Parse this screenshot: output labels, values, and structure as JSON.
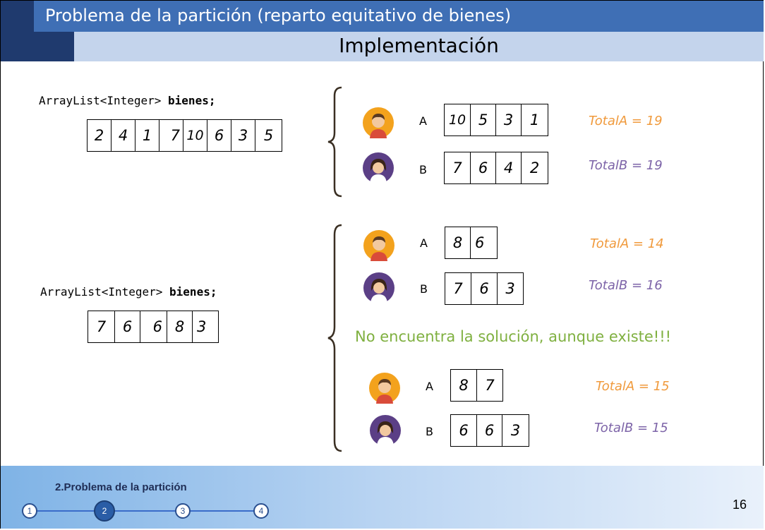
{
  "header": {
    "title": "Problema de la partición (reparto equitativo de bienes)",
    "subtitle": "Implementación"
  },
  "example1": {
    "code_prefix": "ArrayList<Integer> ",
    "code_var": "bienes;",
    "array": [
      "2",
      "4",
      "1",
      "7",
      "10",
      "6",
      "3",
      "5"
    ],
    "personA": {
      "label": "A",
      "items": [
        "10",
        "5",
        "3",
        "1"
      ],
      "total": "TotalA = 19"
    },
    "personB": {
      "label": "B",
      "items": [
        "7",
        "6",
        "4",
        "2"
      ],
      "total": "TotalB = 19"
    }
  },
  "example2": {
    "code_prefix": "ArrayList<Integer> ",
    "code_var": "bienes;",
    "array": [
      "7",
      "6",
      "6",
      "8",
      "3"
    ],
    "attempt": {
      "personA": {
        "label": "A",
        "items": [
          "8",
          "6"
        ],
        "total": "TotalA = 14"
      },
      "personB": {
        "label": "B",
        "items": [
          "7",
          "6",
          "3"
        ],
        "total": "TotalB = 16"
      }
    },
    "note": "No encuentra la solución, aunque existe!!!",
    "solution": {
      "personA": {
        "label": "A",
        "items": [
          "8",
          "7"
        ],
        "total": "TotalA = 15"
      },
      "personB": {
        "label": "B",
        "items": [
          "6",
          "6",
          "3"
        ],
        "total": "TotalB = 15"
      }
    }
  },
  "footer": {
    "section": "2.Problema de la partición",
    "steps": [
      "1",
      "2",
      "3",
      "4"
    ],
    "active_step": "2",
    "page_number": "16"
  },
  "colors": {
    "header_dark": "#1f3a6e",
    "header_blue": "#3f6fb5",
    "subheader": "#c4d4ec",
    "totalA": "#f09a3c",
    "totalB": "#7d64a8",
    "note": "#7fb040"
  },
  "icons": {
    "personA": "boy-avatar-icon",
    "personB": "girl-avatar-icon",
    "brace": "curly-brace-icon"
  }
}
